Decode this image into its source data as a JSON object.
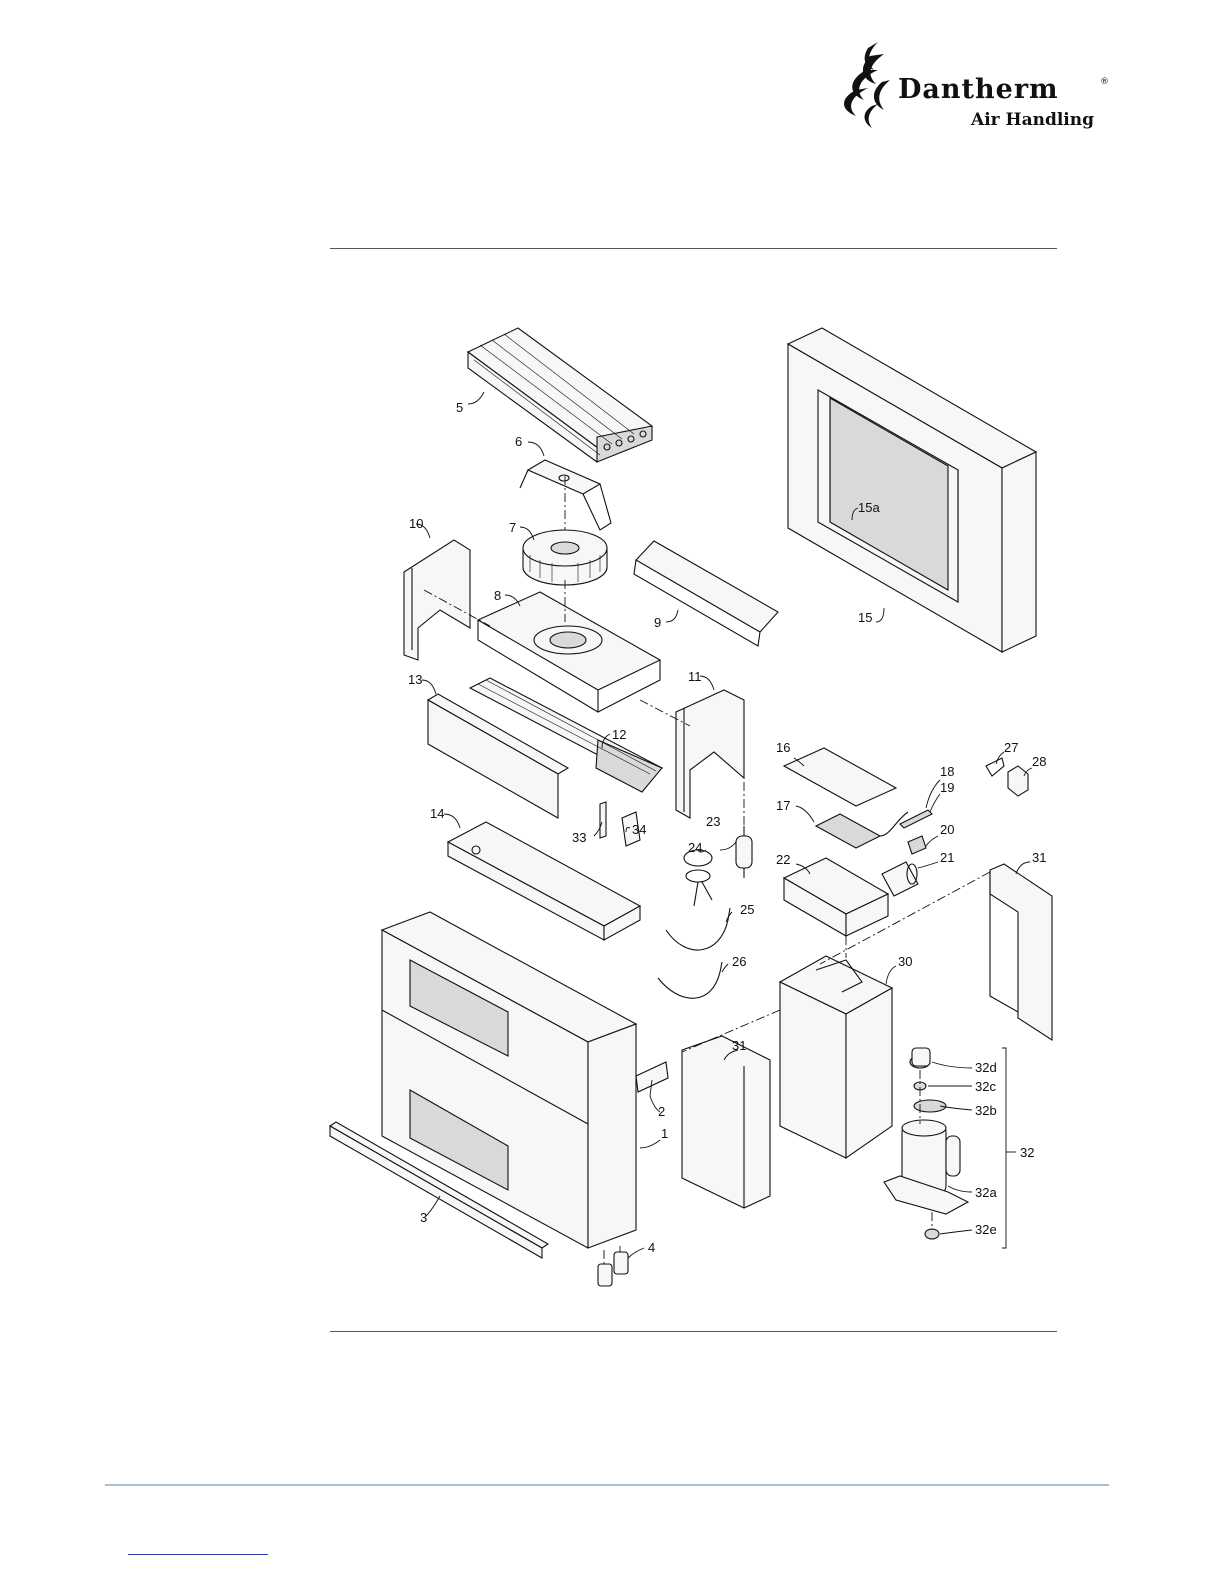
{
  "header": {
    "brand_name": "Dantherm",
    "brand_mark": "®",
    "brand_subtitle": "Air Handling"
  },
  "diagram": {
    "parts": [
      {
        "id": "p5",
        "label": "5"
      },
      {
        "id": "p6",
        "label": "6"
      },
      {
        "id": "p7",
        "label": "7"
      },
      {
        "id": "p8",
        "label": "8"
      },
      {
        "id": "p9",
        "label": "9"
      },
      {
        "id": "p10",
        "label": "10"
      },
      {
        "id": "p11",
        "label": "11"
      },
      {
        "id": "p12",
        "label": "12"
      },
      {
        "id": "p13",
        "label": "13"
      },
      {
        "id": "p14",
        "label": "14"
      },
      {
        "id": "p15",
        "label": "15"
      },
      {
        "id": "p15a",
        "label": "15a"
      },
      {
        "id": "p16",
        "label": "16"
      },
      {
        "id": "p17",
        "label": "17"
      },
      {
        "id": "p18",
        "label": "18"
      },
      {
        "id": "p19",
        "label": "19"
      },
      {
        "id": "p20",
        "label": "20"
      },
      {
        "id": "p21",
        "label": "21"
      },
      {
        "id": "p22",
        "label": "22"
      },
      {
        "id": "p23",
        "label": "23"
      },
      {
        "id": "p24",
        "label": "24"
      },
      {
        "id": "p25",
        "label": "25"
      },
      {
        "id": "p26",
        "label": "26"
      },
      {
        "id": "p27",
        "label": "27"
      },
      {
        "id": "p28",
        "label": "28"
      },
      {
        "id": "p30",
        "label": "30"
      },
      {
        "id": "p31a",
        "label": "31"
      },
      {
        "id": "p31b",
        "label": "31"
      },
      {
        "id": "p32",
        "label": "32"
      },
      {
        "id": "p32a",
        "label": "32a"
      },
      {
        "id": "p32b",
        "label": "32b"
      },
      {
        "id": "p32c",
        "label": "32c"
      },
      {
        "id": "p32d",
        "label": "32d"
      },
      {
        "id": "p32e",
        "label": "32e"
      },
      {
        "id": "p33",
        "label": "33"
      },
      {
        "id": "p34",
        "label": "34"
      },
      {
        "id": "p1",
        "label": "1"
      },
      {
        "id": "p2",
        "label": "2"
      },
      {
        "id": "p3",
        "label": "3"
      },
      {
        "id": "p4",
        "label": "4"
      }
    ]
  },
  "colors": {
    "ink": "#111111",
    "footer_rule": "#a9c1d8",
    "footer_link": "#2b3ea8"
  }
}
